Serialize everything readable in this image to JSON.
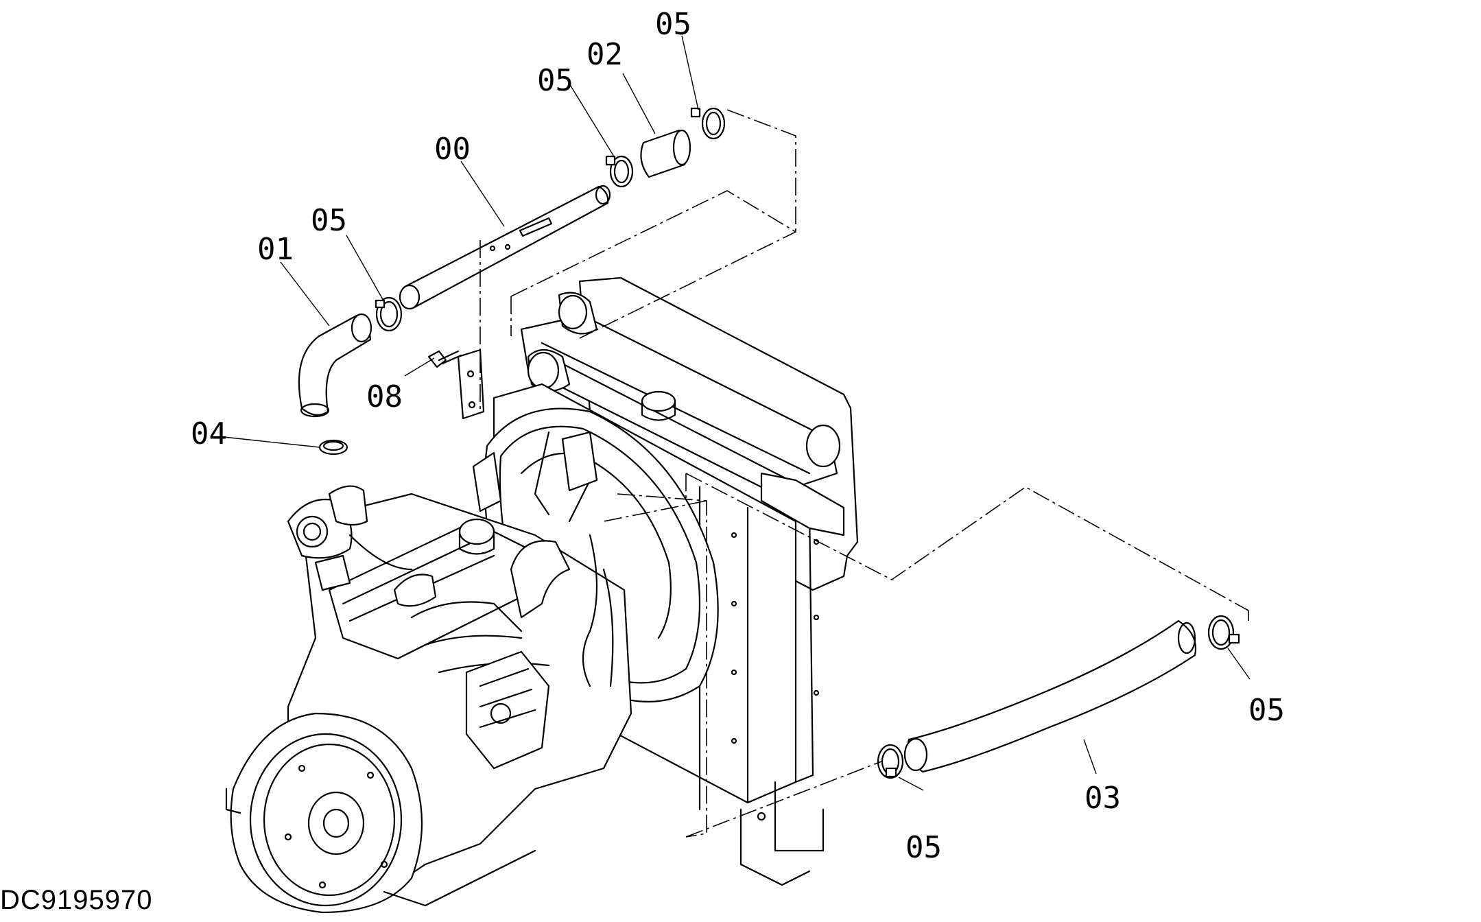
{
  "callouts": {
    "c00": "00",
    "c01": "01",
    "c02": "02",
    "c03": "03",
    "c04": "04",
    "c05_a": "05",
    "c05_b": "05",
    "c05_c": "05",
    "c05_d": "05",
    "c05_e": "05",
    "c08": "08"
  },
  "drawing_code": "DC9195970"
}
